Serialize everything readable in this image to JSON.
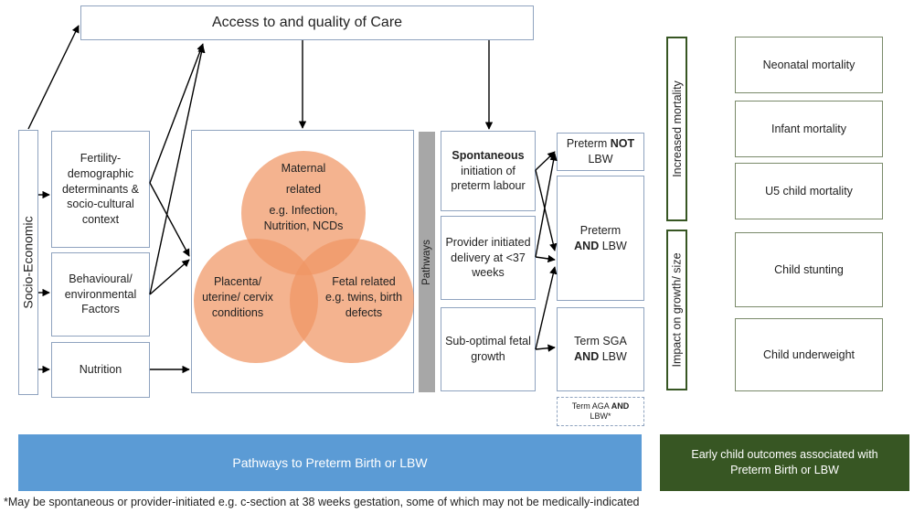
{
  "top": {
    "label": "Access to and quality of Care"
  },
  "left": {
    "socio": "Socio-Economic",
    "fertility": "Fertility-demographic determinants & socio-cultural context",
    "behavioural": "Behavioural/ environmental Factors",
    "nutrition": "Nutrition"
  },
  "circles": {
    "maternal_title": "Maternal",
    "maternal_sub": "related",
    "maternal_detail": "e.g. Infection, Nutrition, NCDs",
    "placenta": "Placenta/ uterine/ cervix conditions",
    "fetal": "Fetal related e.g. twins, birth defects"
  },
  "pathways_label": "Pathways",
  "mechanisms": {
    "spont_bold": "Spontaneous",
    "spont_rest": "initiation of preterm labour",
    "provider": "Provider initiated delivery at <37 weeks",
    "suboptimal": "Sub-optimal fetal growth"
  },
  "outcomes": {
    "pt_notlbw_a": "Preterm",
    "pt_notlbw_b": "NOT",
    "pt_notlbw_c": "LBW",
    "pt_lbw_a": "Preterm",
    "pt_lbw_b": "AND",
    "pt_lbw_c": "LBW",
    "term_sga_a": "Term SGA",
    "term_sga_b": "AND",
    "term_sga_c": "LBW",
    "term_aga_a": "Term AGA",
    "term_aga_b": "AND",
    "term_aga_c": "LBW*"
  },
  "right": {
    "increased": "Increased mortality",
    "impact": "Impact on growth/ size",
    "neonatal": "Neonatal mortality",
    "infant": "Infant mortality",
    "u5": "U5 child mortality",
    "stunting": "Child stunting",
    "underweight": "Child underweight"
  },
  "banners": {
    "blue": "Pathways to Preterm Birth or LBW",
    "green": "Early child outcomes associated with Preterm Birth or LBW"
  },
  "footnote": "*May be spontaneous or provider-initiated e.g. c-section at 38 weeks gestation, some of which may not be medically-indicated",
  "colors": {
    "banner_blue": "#5b9bd5",
    "banner_green": "#375623",
    "circle_fill": "#f0966a",
    "pathways_bar": "#a7a7a7"
  }
}
